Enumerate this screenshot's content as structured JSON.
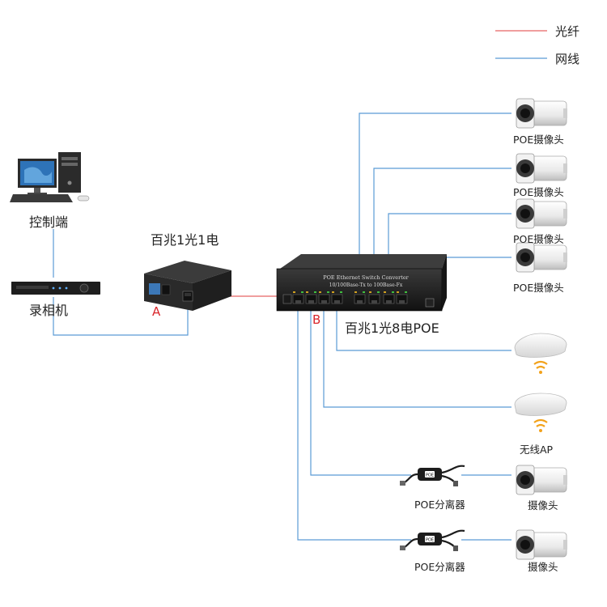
{
  "legend": {
    "fiber": {
      "label": "光纤",
      "color": "#e66565"
    },
    "network": {
      "label": "网线",
      "color": "#5b9bd5"
    }
  },
  "devices": {
    "control_pc": {
      "label": "控制端"
    },
    "nvr": {
      "label": "录相机"
    },
    "media_converter": {
      "label": "百兆1光1电",
      "point_label": "A"
    },
    "poe_switch": {
      "label": "百兆1光8电POE",
      "point_label": "B",
      "panel_title": "POE Ethernet Switch Converter",
      "panel_subtitle": "10/100Base-Tx to 100Base-Fx"
    }
  },
  "endpoints": {
    "poe_cameras": [
      {
        "label": "POE摄像头"
      },
      {
        "label": "POE摄像头"
      },
      {
        "label": "POE摄像头"
      },
      {
        "label": "POE摄像头"
      }
    ],
    "wireless_ap": {
      "label": "无线AP"
    },
    "splitters": [
      {
        "label": "POE分离器",
        "camera_label": "摄像头"
      },
      {
        "label": "POE分离器",
        "camera_label": "摄像头"
      }
    ]
  },
  "colors": {
    "fiber": "#e66565",
    "network": "#5b9bd5",
    "device_dark": "#2b2b2b",
    "label_red": "#d9262b"
  }
}
